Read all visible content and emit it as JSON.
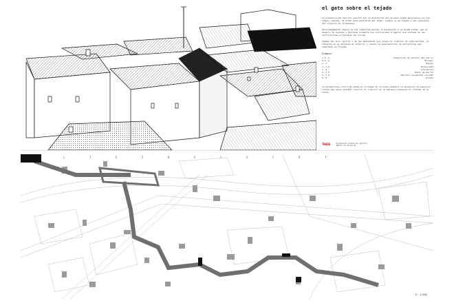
{
  "title": "el gato sobre el tejado",
  "paragraphs": [
    "La presencia del tercero suscita que la alteración del alcance pueda apreciarse con sus rasgos comunes, de algún modo partiendo del lugar, aunque no se llegue a una respuesta del conjunto de la manzana.",
    "Aproximadamente alguna de las cubiertas parece no pertenecer a la misma forma; que el espacio de tejados y terrazas presenta una continuidad irregular que procede de las edificaciones originales del núcleo.",
    "Además del muro central y de las medianeras que ocupan el interior de cada parcela, la cubierta se va abriendo al exterior y revela la superposición de estructuras que completan su trazado."
  ],
  "legend": {
    "title": "Ejemplo:",
    "rows": [
      {
        "code": "1.5.-1.",
        "label": "Exposición de entorno del barrio"
      },
      {
        "code": "0.5.-4.",
        "label": "Mirador"
      },
      {
        "code": "1.-1.",
        "label": "Pasaje"
      },
      {
        "code": "1.-7.5.",
        "label": "Escalinata"
      },
      {
        "code": "1.-4.",
        "label": "Intramuros"
      },
      {
        "code": "1.-7.5.",
        "label": "Patio de barrio"
      },
      {
        "code": "2.-7.5.",
        "label": "Recinto conventual cerrado"
      },
      {
        "code": "0.-6.",
        "label": "Acceso"
      }
    ]
  },
  "closing_paragraph": "La perspectiva recorrida desde el arranque en la plaza muestra la secuencia de espacios libres que hacen posible recorrer el interior de la manzana siguiendo el trazado de la calle.",
  "caption": {
    "logo": "TRAZA.",
    "lines": [
      "Ordenación urbana del entorno",
      "ámbito de actuación"
    ]
  },
  "grid_letters": [
    "L",
    "T",
    "E",
    "I",
    "N",
    "G",
    "S",
    "O",
    "C",
    "D",
    "T"
  ],
  "scale": "E: 1/500",
  "colors": {
    "ink": "#111111",
    "hatch": "#555555",
    "route": "#6f6f6f",
    "block": "#9a9a9a"
  }
}
